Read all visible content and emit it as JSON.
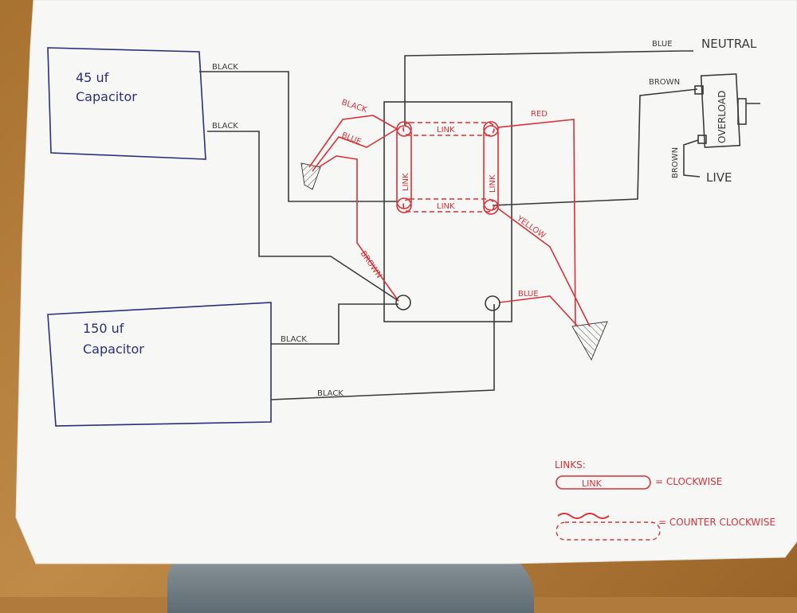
{
  "diagram": {
    "capacitor_small": {
      "line1": "45 uf",
      "line2": "Capacitor"
    },
    "capacitor_large": {
      "line1": "150 uf",
      "line2": "Capacitor"
    },
    "wire_labels": {
      "black_1": "BLACK",
      "black_2": "BLACK",
      "black_3": "BLACK",
      "black_4": "BLACK",
      "blue_neutral": "BLUE",
      "neutral": "NEUTRAL",
      "brown_top": "BROWN",
      "brown_side": "BROWN",
      "live": "LIVE",
      "overload": "OVERLOAD",
      "red_black": "BLACK",
      "red_blue": "BLUE",
      "red_brown": "BROWN",
      "red_red": "RED",
      "red_yellow": "YELLOW",
      "red_blue_2": "BLUE"
    },
    "links": {
      "top": "LINK",
      "bottom": "LINK",
      "left": "LINK",
      "right": "LINK"
    },
    "legend": {
      "title": "LINKS:",
      "solid_sample": "LINK",
      "clockwise": "= CLOCKWISE",
      "counter_clockwise": "= COUNTER CLOCKWISE"
    },
    "colors": {
      "pencil": "#3a3a3a",
      "red_pen": "#d6323a",
      "blue_pen": "#2b2f7a"
    }
  }
}
